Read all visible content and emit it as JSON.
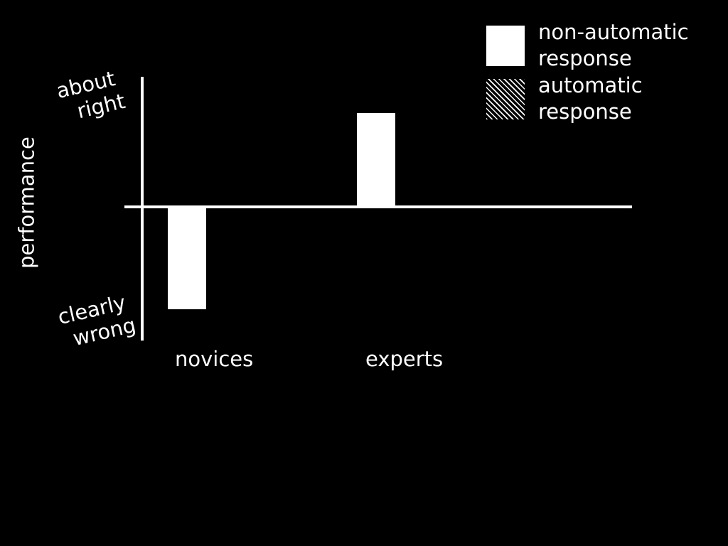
{
  "chart_data": {
    "type": "bar",
    "title": "",
    "subtitle": "",
    "xlabel": "",
    "ylabel": "performance",
    "categories": [
      "novices",
      "experts"
    ],
    "values": [
      -0.79,
      0.73
    ],
    "series": [
      {
        "name": "non-automatic response",
        "fill": "solid-white",
        "values": [
          -0.79,
          0.73
        ]
      }
    ],
    "ytick_labels": [
      "about right",
      "clearly wrong"
    ],
    "ytick_positions": [
      "upper",
      "lower"
    ],
    "ylim": [
      -1.0,
      1.0
    ],
    "zero_line": true,
    "grid": false,
    "legend_position": "top-right",
    "background_color": "#000000",
    "foreground_color": "#ffffff",
    "annotations": [
      "novices bar extends below the zero line (clearly wrong direction)",
      "experts bar extends above the zero line (about right direction)"
    ]
  },
  "axes": {
    "vertical_axis_name": "performance-axis",
    "horizontal_axis_name": "zero-baseline",
    "y_title": "performance",
    "tick_upper": {
      "line1": "about",
      "line2": "right"
    },
    "tick_lower": {
      "line1": "clearly",
      "line2": "wrong"
    }
  },
  "categories": {
    "novices": "novices",
    "experts": "experts"
  },
  "legend": {
    "items": [
      {
        "label": "non-automatic\nresponse",
        "line1": "non-automatic",
        "line2": "response",
        "swatch": "solid",
        "color": "#ffffff"
      },
      {
        "label": "automatic\nresponse",
        "line1": "automatic",
        "line2": "response",
        "swatch": "hatched",
        "color": "#ffffff"
      }
    ]
  },
  "colors": {
    "background": "#000000",
    "foreground": "#ffffff",
    "bar_fill": "#ffffff",
    "hatch_line": "#ffffff"
  }
}
